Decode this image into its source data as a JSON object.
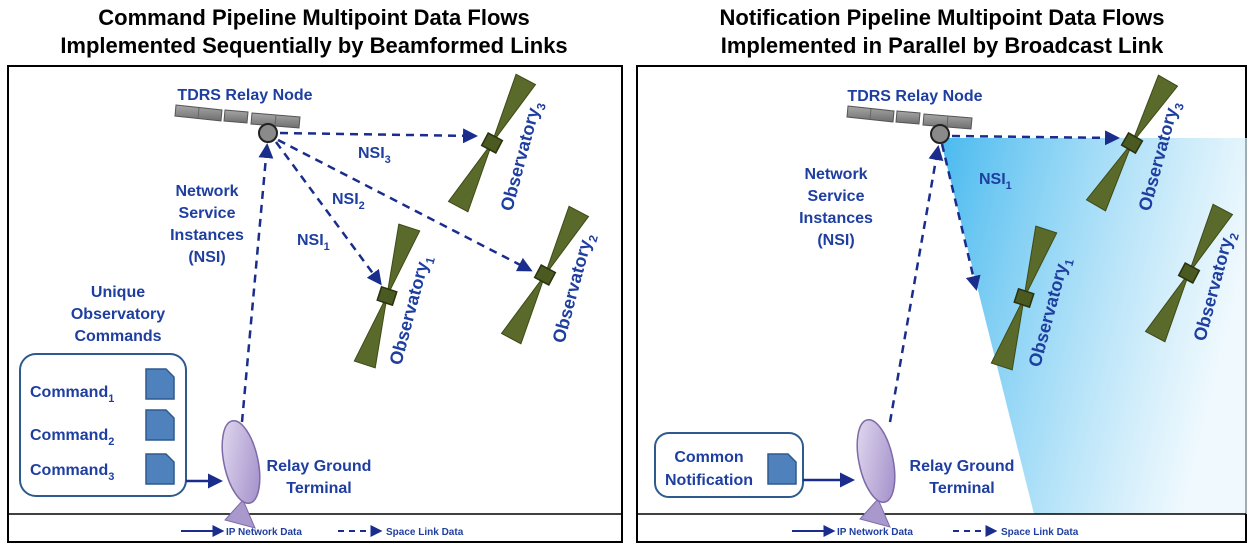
{
  "left_panel": {
    "title_line1": "Command Pipeline Multipoint Data Flows",
    "title_line2": "Implemented Sequentially by Beamformed Links",
    "relay_node_label": "TDRS Relay Node",
    "nsi_label_line1": "Network",
    "nsi_label_line2": "Service",
    "nsi_label_line3": "Instances",
    "nsi_label_line4": "(NSI)",
    "nsi1": "NSI",
    "nsi1_sub": "1",
    "nsi2": "NSI",
    "nsi2_sub": "2",
    "nsi3": "NSI",
    "nsi3_sub": "3",
    "observatory1": "Observatory",
    "observatory1_sub": "1",
    "observatory2": "Observatory",
    "observatory2_sub": "2",
    "observatory3": "Observatory",
    "observatory3_sub": "3",
    "commands_heading_line1": "Unique",
    "commands_heading_line2": "Observatory",
    "commands_heading_line3": "Commands",
    "command1": "Command",
    "command1_sub": "1",
    "command2": "Command",
    "command2_sub": "2",
    "command3": "Command",
    "command3_sub": "3",
    "ground_terminal_line1": "Relay Ground",
    "ground_terminal_line2": "Terminal",
    "legend_ip": "IP Network Data",
    "legend_space": "Space Link Data"
  },
  "right_panel": {
    "title_line1": "Notification Pipeline Multipoint Data Flows",
    "title_line2": "Implemented in Parallel by Broadcast Link",
    "relay_node_label": "TDRS Relay Node",
    "nsi_label_line1": "Network",
    "nsi_label_line2": "Service",
    "nsi_label_line3": "Instances",
    "nsi_label_line4": "(NSI)",
    "nsi1": "NSI",
    "nsi1_sub": "1",
    "observatory1": "Observatory",
    "observatory1_sub": "1",
    "observatory2": "Observatory",
    "observatory2_sub": "2",
    "observatory3": "Observatory",
    "observatory3_sub": "3",
    "notification_line1": "Common",
    "notification_line2": "Notification",
    "ground_terminal_line1": "Relay Ground",
    "ground_terminal_line2": "Terminal",
    "legend_ip": "IP Network Data",
    "legend_space": "Space Link Data"
  },
  "colors": {
    "label_navy": "#1f3fa0",
    "arrow_navy": "#1a2d8c",
    "document_blue": "#4f81bd",
    "satellite_olive": "#5a6a2a",
    "solar_panel_gray": "#8c8c8c",
    "dish_lavender": "#b8a8d6",
    "broadcast_beam_blue": "#4fc3f0"
  }
}
